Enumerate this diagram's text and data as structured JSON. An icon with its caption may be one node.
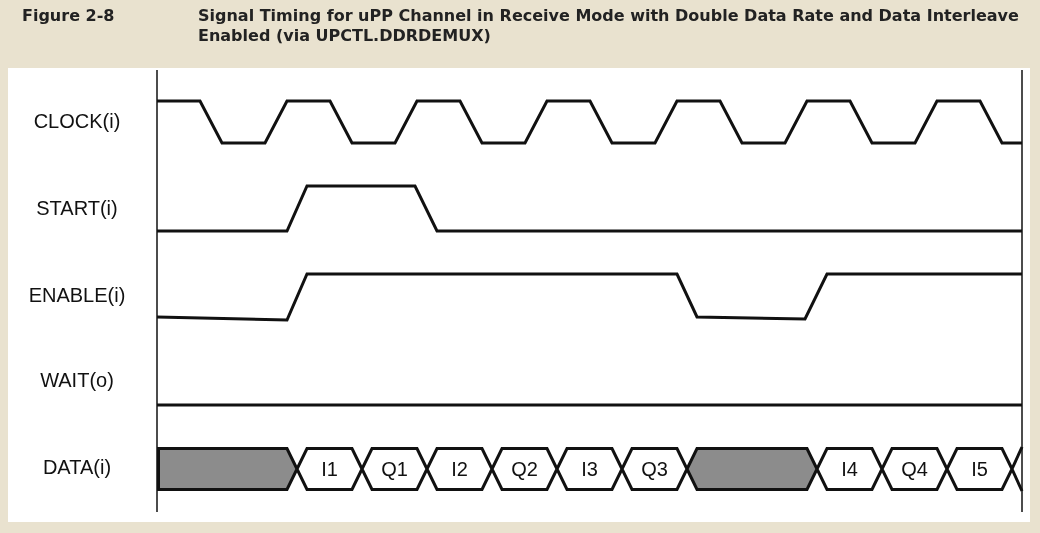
{
  "diagram": {
    "title": "Signal Timing for uPP Channel in Receive Mode with Double Data Rate and Data Interleave Enabled (via UPCTL.DDRDEMUX)",
    "nodes": [
      {
        "text": [],
        "shape": "hexagon"
      },
      {
        "text": [
          "I1"
        ]
      },
      {
        "text": [
          "Q1"
        ]
      },
      {
        "text": [
          "I2"
        ]
      },
      {
        "text": [
          "Q2"
        ]
      },
      {
        "text": [
          "I3"
        ]
      },
      {
        "text": [
          "Q3"
        ]
      },
      {
        "text": [],
        "shape": "hexagon"
      },
      {
        "text": [
          "I4"
        ]
      },
      {
        "text": [
          "Q4"
        ]
      },
      {
        "text": [
          "I5"
        ]
      }
    ],
    "labels": [
      "Figure 2-8",
      "CLOCK(i)",
      "START(i)",
      "ENABLE(i)",
      "WAIT(o)",
      "DATA(i)"
    ]
  }
}
